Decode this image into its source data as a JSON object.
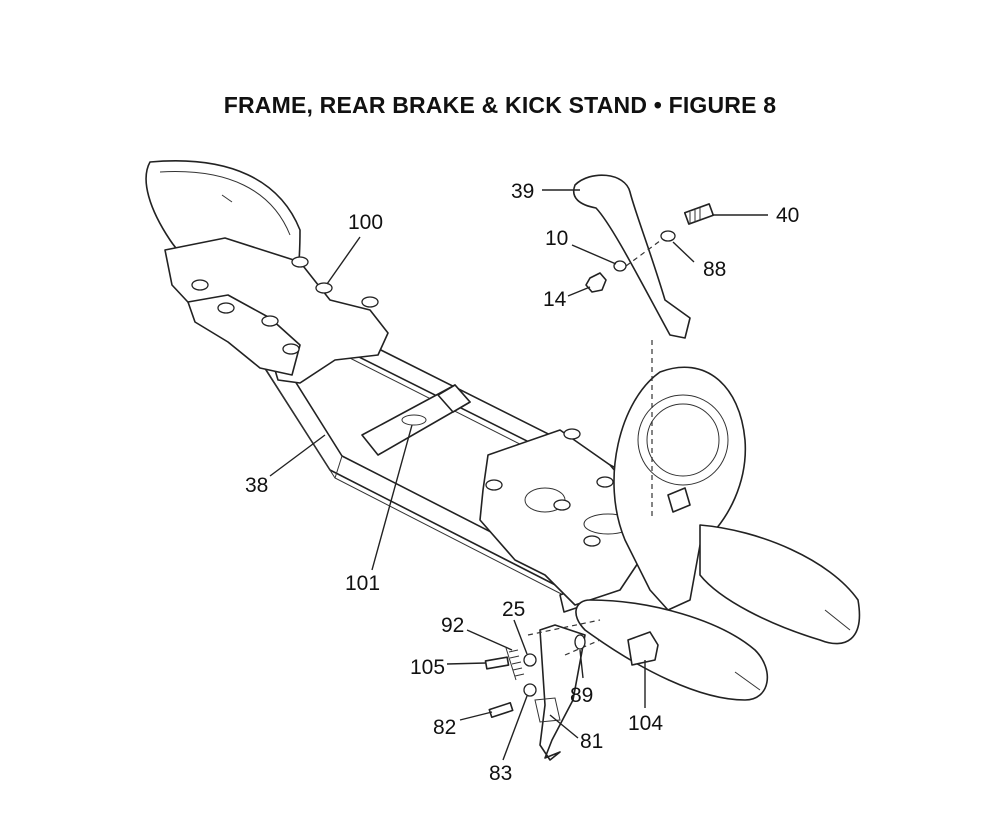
{
  "figure": {
    "title": "FRAME, REAR BRAKE & KICK STAND  •  FIGURE 8"
  },
  "callouts": [
    {
      "id": "c39",
      "label": "39"
    },
    {
      "id": "c40",
      "label": "40"
    },
    {
      "id": "c10",
      "label": "10"
    },
    {
      "id": "c88",
      "label": "88"
    },
    {
      "id": "c14",
      "label": "14"
    },
    {
      "id": "c100",
      "label": "100"
    },
    {
      "id": "c38",
      "label": "38"
    },
    {
      "id": "c101",
      "label": "101"
    },
    {
      "id": "c92",
      "label": "92"
    },
    {
      "id": "c25",
      "label": "25"
    },
    {
      "id": "c105",
      "label": "105"
    },
    {
      "id": "c89",
      "label": "89"
    },
    {
      "id": "c104",
      "label": "104"
    },
    {
      "id": "c82",
      "label": "82"
    },
    {
      "id": "c81",
      "label": "81"
    },
    {
      "id": "c83",
      "label": "83"
    }
  ]
}
